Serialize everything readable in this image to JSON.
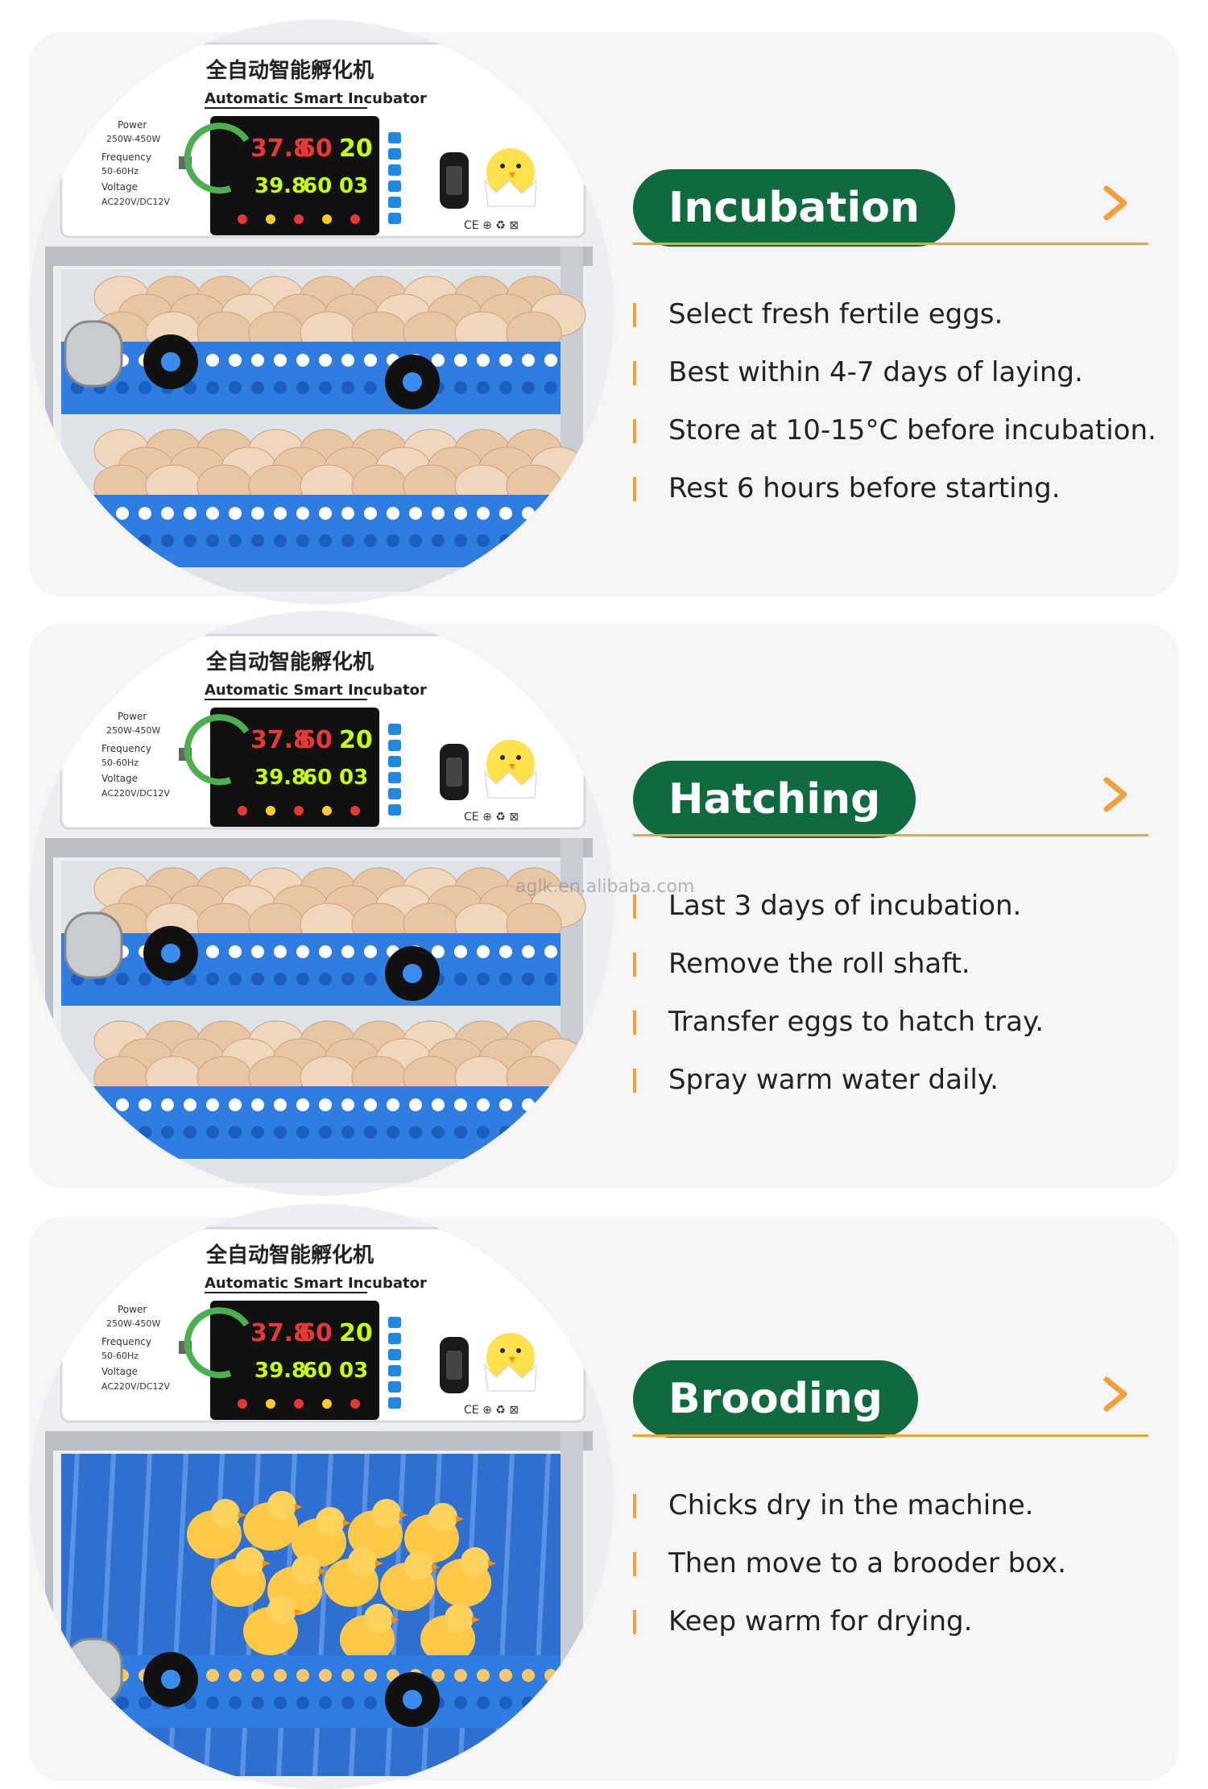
{
  "colors": {
    "accent_green": "#0f6b3e",
    "accent_orange": "#f0a03c",
    "card_bg": "#f5f5f5"
  },
  "panel": {
    "cn_title": "全自动智能孵化机",
    "en_title": "Automatic Smart Incubator",
    "spec_power_label": "Power",
    "spec_power": "250W-450W",
    "spec_freq_label": "Frequency",
    "spec_freq": "50-60Hz",
    "spec_volt_label": "Voltage",
    "spec_volt": "AC220V/DC12V",
    "display_temp": "37.8",
    "display_hum": "60",
    "display_day": "20",
    "display_temp2": "39.8",
    "display_hum2": "60",
    "display_day2": "03",
    "cert": "CE ⊕ ♻ ⊠"
  },
  "sections": [
    {
      "title": "Incubation",
      "chevron_icon": "chevron-right-icon",
      "scene": "eggs",
      "items": [
        "Select fresh fertile eggs.",
        "Best within 4-7 days of laying.",
        "Store at 10-15°C before incubation.",
        "Rest 6 hours before starting."
      ]
    },
    {
      "title": "Hatching",
      "chevron_icon": "chevron-right-icon",
      "scene": "eggs",
      "items": [
        "Last 3 days of incubation.",
        "Remove the roll shaft.",
        "Transfer eggs to hatch tray.",
        "Spray warm water daily."
      ]
    },
    {
      "title": "Brooding",
      "chevron_icon": "chevron-right-icon",
      "scene": "chicks",
      "items": [
        "Chicks dry in the machine.",
        "Then move to a brooder box.",
        "Keep warm for drying."
      ]
    }
  ],
  "watermark": "aglk.en.alibaba.com"
}
